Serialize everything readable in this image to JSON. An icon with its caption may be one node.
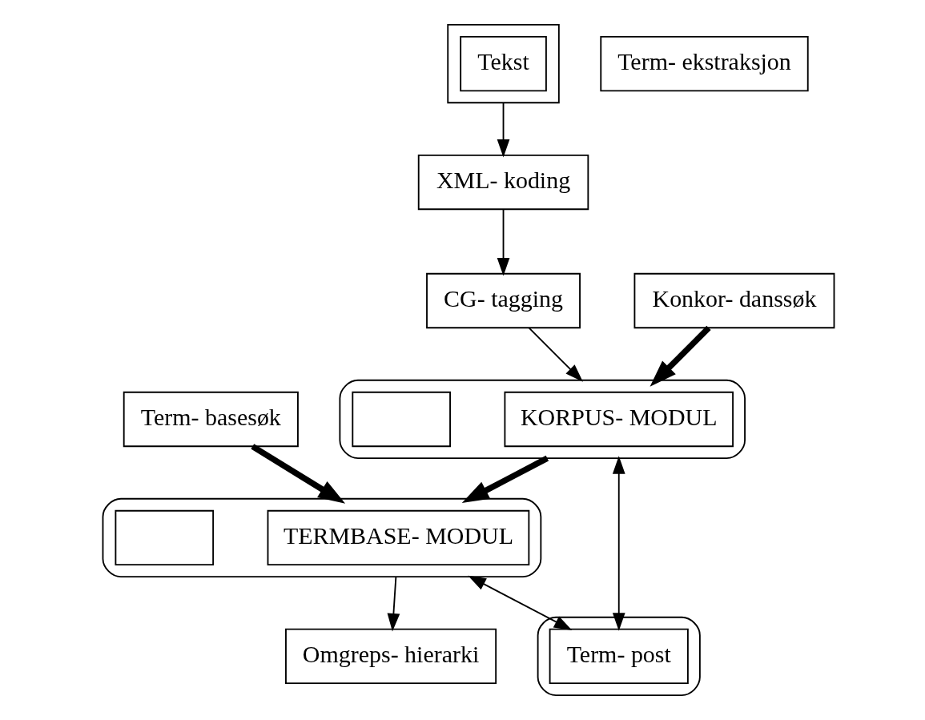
{
  "diagram": {
    "nodes": [
      {
        "text": [],
        "shape": "document"
      },
      {
        "text": [
          "Tekst"
        ],
        "in": 0
      },
      {
        "text": [
          "XML- koding"
        ]
      },
      {
        "text": [
          "CG- tagging"
        ]
      },
      {
        "text": [
          "Konkor- danssøk"
        ]
      },
      {
        "text": [
          "Term- ekstraksjon"
        ]
      },
      {
        "text": [
          "Term- basesøk"
        ]
      },
      {
        "text": [],
        "shape": "cylinder"
      },
      {
        "text": [
          "KORPUS- MODUL"
        ],
        "in": 7
      },
      {
        "text": [],
        "shape": "box",
        "in": 7
      },
      {
        "text": [],
        "shape": "cylinder"
      },
      {
        "text": [
          "TERMBASE- MODUL"
        ],
        "in": 10
      },
      {
        "text": [],
        "shape": "box",
        "in": 10
      },
      {
        "text": [],
        "shape": "hexagon"
      },
      {
        "text": [
          "Term- post"
        ],
        "in": 13
      },
      {
        "text": [
          "Omgreps- hierarki"
        ]
      }
    ],
    "edges": [
      {
        "from": 0,
        "to": 2,
        "arrow": "to"
      },
      {
        "from": 2,
        "to": 3,
        "arrow": "to"
      },
      {
        "from": 3,
        "to": 7,
        "arrow": "to"
      },
      {
        "from": 4,
        "to": 7,
        "arrow": "to",
        "style": "thick"
      },
      {
        "from": 7,
        "to": 10,
        "arrow": "to",
        "style": "thick"
      },
      {
        "from": 6,
        "to": 10,
        "arrow": "to",
        "style": "thick"
      },
      {
        "from": 7,
        "to": 14,
        "arrow": "both"
      },
      {
        "from": 10,
        "to": 14,
        "arrow": "both"
      },
      {
        "from": 10,
        "to": 15,
        "arrow": "to"
      }
    ]
  }
}
